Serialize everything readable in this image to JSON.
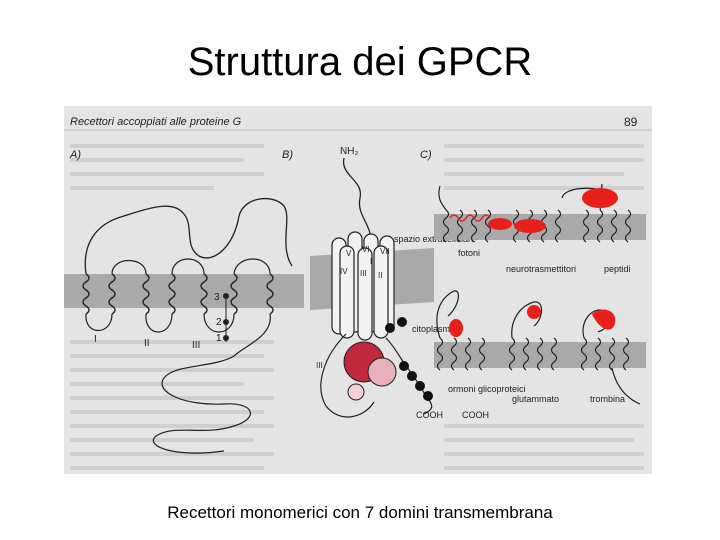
{
  "slide": {
    "title": "Struttura dei GPCR",
    "caption": "Recettori monomerici con 7 domini transmembrana"
  },
  "figure": {
    "header": "Recettori accoppiati alle proteine G",
    "page_number": "89",
    "panel_a": {
      "label": "A)",
      "helix_numbers": [
        "I",
        "II",
        "III"
      ],
      "site_numbers": [
        "3",
        "2",
        "1"
      ]
    },
    "panel_b": {
      "label": "B)",
      "n_terminus": "NH₂",
      "extracellular": "spazio extracellulare",
      "cytoplasm": "citoplasma",
      "helix_roman": [
        "V",
        "VI",
        "VII",
        "IV",
        "III",
        "II",
        "I"
      ],
      "c_terminus": "COOH",
      "loop_label": "III"
    },
    "panel_c": {
      "label": "C)",
      "ligand_labels": [
        "fotoni",
        "neurotrasmettitori",
        "peptidi",
        "ormoni glicoproteici",
        "glutammato",
        "trombina"
      ],
      "c_terminus": "COOH"
    },
    "colors": {
      "membrane": "#a9a9a9",
      "ligand_red": "#e8201c",
      "text": "#222222"
    }
  }
}
